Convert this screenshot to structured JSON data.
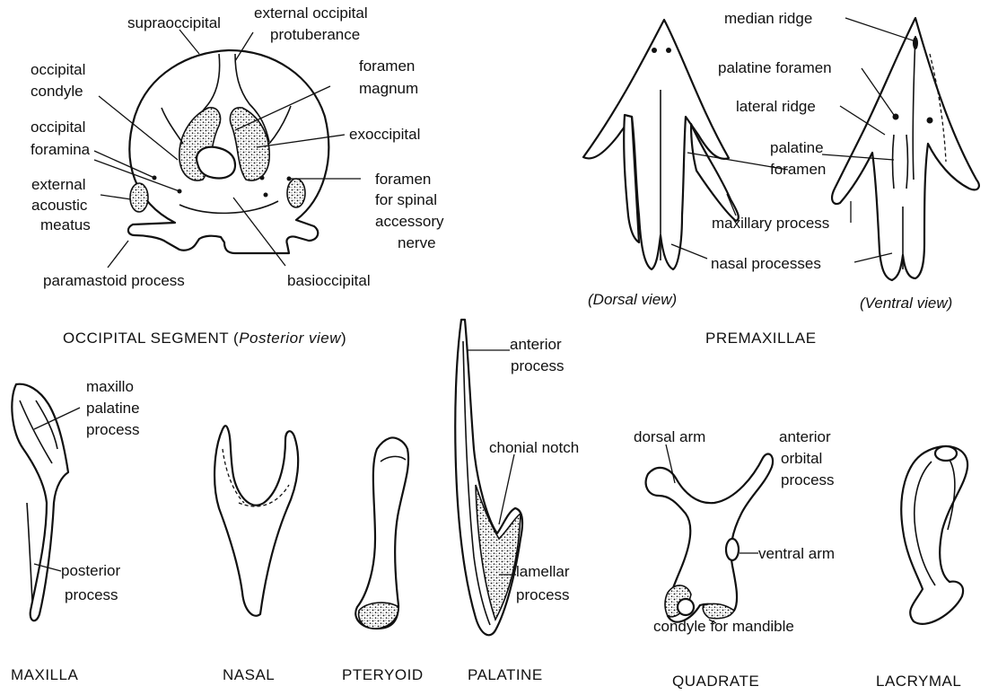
{
  "figures": {
    "occipital": {
      "caption_prefix": "OCCIPITAL SEGMENT (",
      "caption_view": "Posterior view",
      "caption_suffix": ")",
      "labels": {
        "supraoccipital": "supraoccipital",
        "ext_occ_1": "external occipital",
        "ext_occ_2": "protuberance",
        "foramen_magnum_1": "foramen",
        "foramen_magnum_2": "magnum",
        "occ_condyle_1": "occipital",
        "occ_condyle_2": "condyle",
        "exoccipital": "exoccipital",
        "occ_foramina_1": "occipital",
        "occ_foramina_2": "foramina",
        "ext_acoustic_1": "external",
        "ext_acoustic_2": "acoustic",
        "ext_acoustic_3": "meatus",
        "spinal_1": "foramen",
        "spinal_2": "for spinal",
        "spinal_3": "accessory",
        "spinal_4": "nerve",
        "paramastoid": "paramastoid  process",
        "basioccipital": "basioccipital"
      }
    },
    "premaxillae": {
      "caption": "PREMAXILLAE",
      "view_dorsal": "(Dorsal view)",
      "view_ventral": "(Ventral view)",
      "labels": {
        "median_ridge": "median ridge",
        "palatine_foramen_top": "palatine foramen",
        "lateral_ridge": "lateral ridge",
        "palatine_foramen_1": "palatine",
        "palatine_foramen_2": "foramen",
        "maxillary_process": "maxillary process",
        "nasal_processes": "nasal processes"
      }
    },
    "maxilla": {
      "caption": "MAXILLA",
      "labels": {
        "mp_1": "maxillo",
        "mp_2": "palatine",
        "mp_3": "process",
        "post_1": "posterior",
        "post_2": "process"
      }
    },
    "nasal": {
      "caption": "NASAL"
    },
    "pteryoid": {
      "caption": "PTERYOID"
    },
    "palatine": {
      "caption": "PALATINE",
      "labels": {
        "ant_1": "anterior",
        "ant_2": "process",
        "chonial": "chonial notch",
        "lam_1": "lamellar",
        "lam_2": "process"
      }
    },
    "quadrate": {
      "caption": "QUADRATE",
      "labels": {
        "dorsal_arm": "dorsal arm",
        "orb_1": "anterior",
        "orb_2": "orbital",
        "orb_3": "process",
        "ventral_arm": "ventral arm",
        "condyle": "condyle  for  mandible"
      }
    },
    "lacrymal": {
      "caption": "LACRYMAL"
    }
  }
}
